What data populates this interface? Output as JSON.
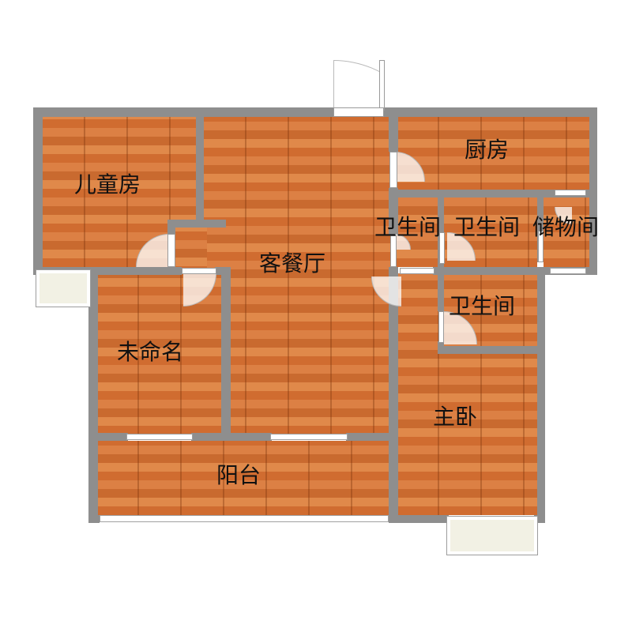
{
  "rooms": {
    "kids_room": "儿童房",
    "living_dining": "客餐厅",
    "kitchen": "厨房",
    "bathroom_1": "卫生间",
    "bathroom_2": "卫生间",
    "storage": "储物间",
    "bathroom_3": "卫生间",
    "unnamed": "未命名",
    "master_bedroom": "主卧",
    "balcony": "阳台"
  },
  "colors": {
    "floor": "#d9793a",
    "wall": "#8e8e8e",
    "window": "#ffffff",
    "bay_window": "#f2f1e4",
    "text": "#111111"
  }
}
